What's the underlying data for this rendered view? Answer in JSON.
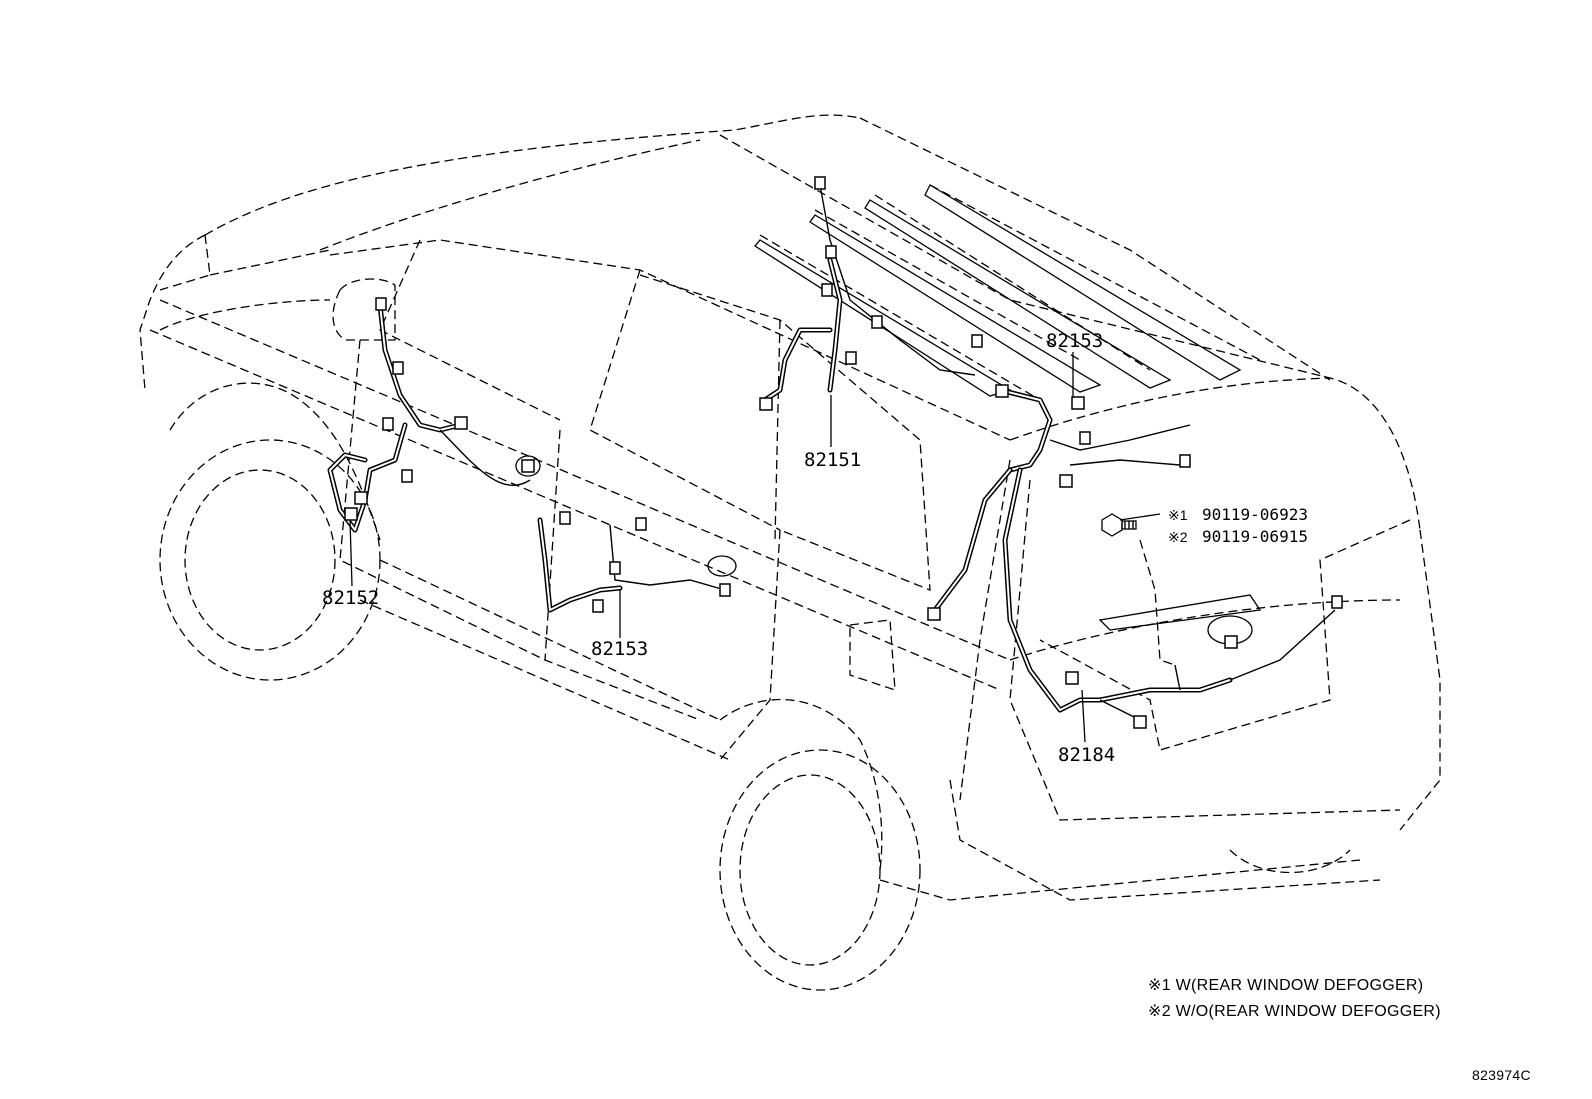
{
  "callouts": {
    "c82153_roof": "82153",
    "c82151": "82151",
    "c82152": "82152",
    "c82153_side": "82153",
    "c82184": "82184"
  },
  "bolt": {
    "mark1": "※1",
    "part1": "90119-06923",
    "mark2": "※2",
    "part2": "90119-06915"
  },
  "notes": {
    "note1": "※1 W(REAR WINDOW DEFOGGER)",
    "note2": "※2 W/O(REAR WINDOW DEFOGGER)"
  },
  "figure_code": "823974C"
}
